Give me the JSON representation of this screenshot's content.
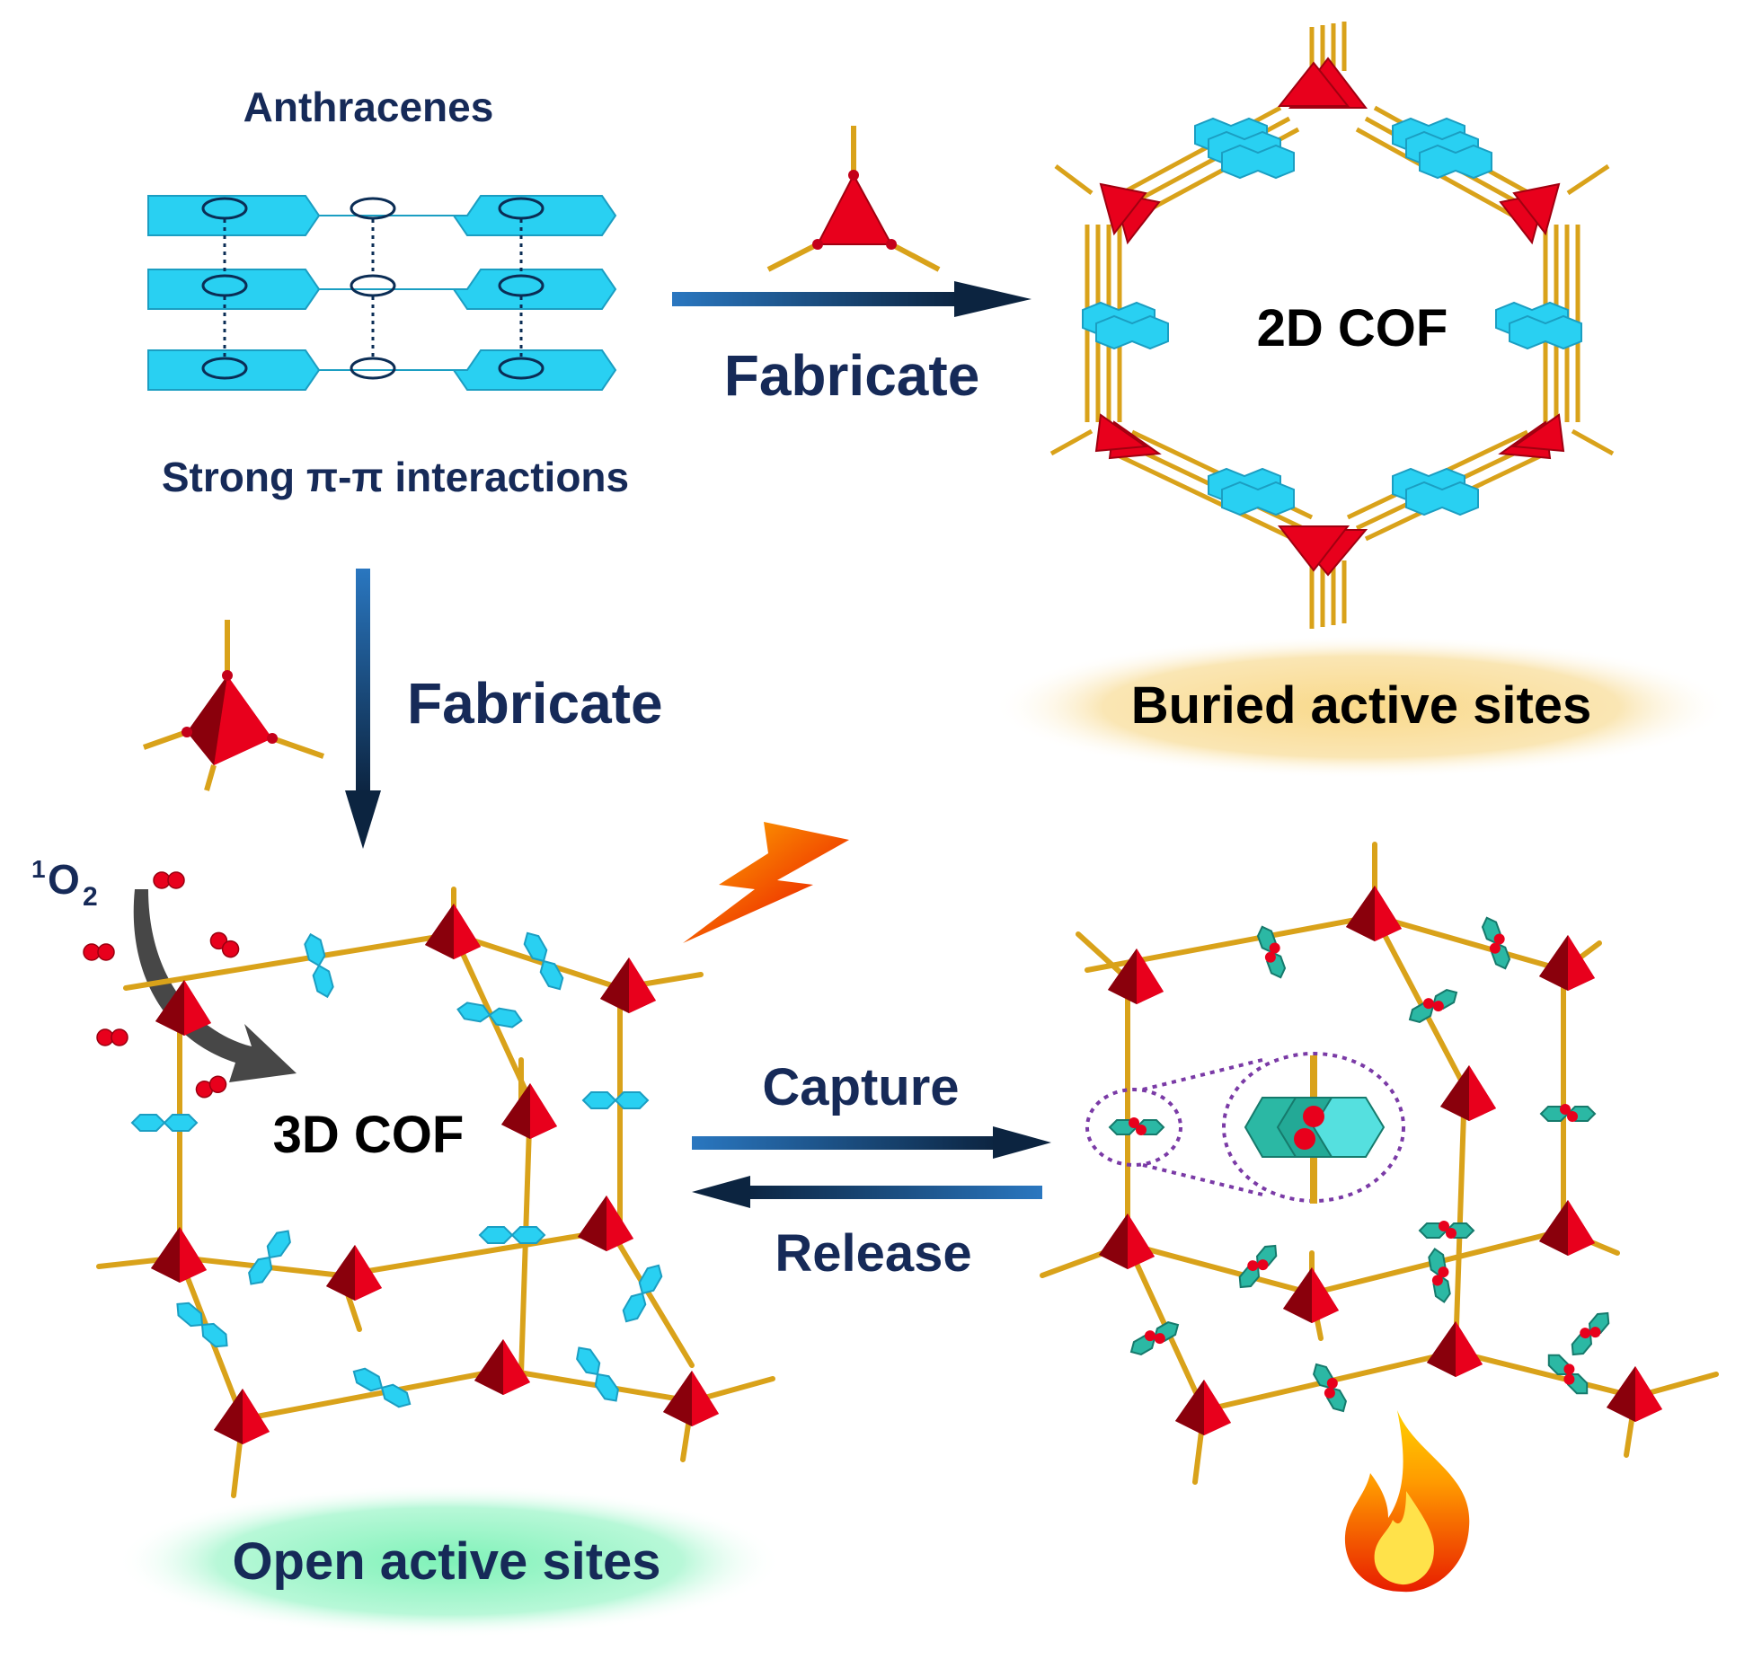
{
  "labels": {
    "anthracenes": "Anthracenes",
    "pi_interactions": "Strong π-π interactions",
    "fabricate_horizontal": "Fabricate",
    "fabricate_vertical": "Fabricate",
    "cof_2d": "2D COF",
    "buried_sites": "Buried active sites",
    "singlet_oxygen_sup": "1",
    "singlet_oxygen_main": "O",
    "singlet_oxygen_sub": "2",
    "cof_3d": "3D COF",
    "capture": "Capture",
    "release": "Release",
    "open_sites": "Open active sites"
  },
  "colors": {
    "text_navy": "#162a58",
    "text_black": "#000000",
    "anthracene_cyan": "#29d0f2",
    "anthracene_edge": "#1b9ec2",
    "node_red": "#e8001c",
    "node_dark_red": "#a10010",
    "linker_gold": "#d9a21a",
    "arrow_blue": "#1d5d9e",
    "arrow_dark": "#0f2c4c",
    "buried_glow": "#f7d27a",
    "open_glow": "#7ef0b4",
    "dotted_purple": "#7a3aa6",
    "captured_teal": "#2bb8a4"
  },
  "icons": [
    "lightning-icon",
    "flame-icon",
    "singlet-oxygen-molecule-icon",
    "curved-arrow-icon"
  ]
}
